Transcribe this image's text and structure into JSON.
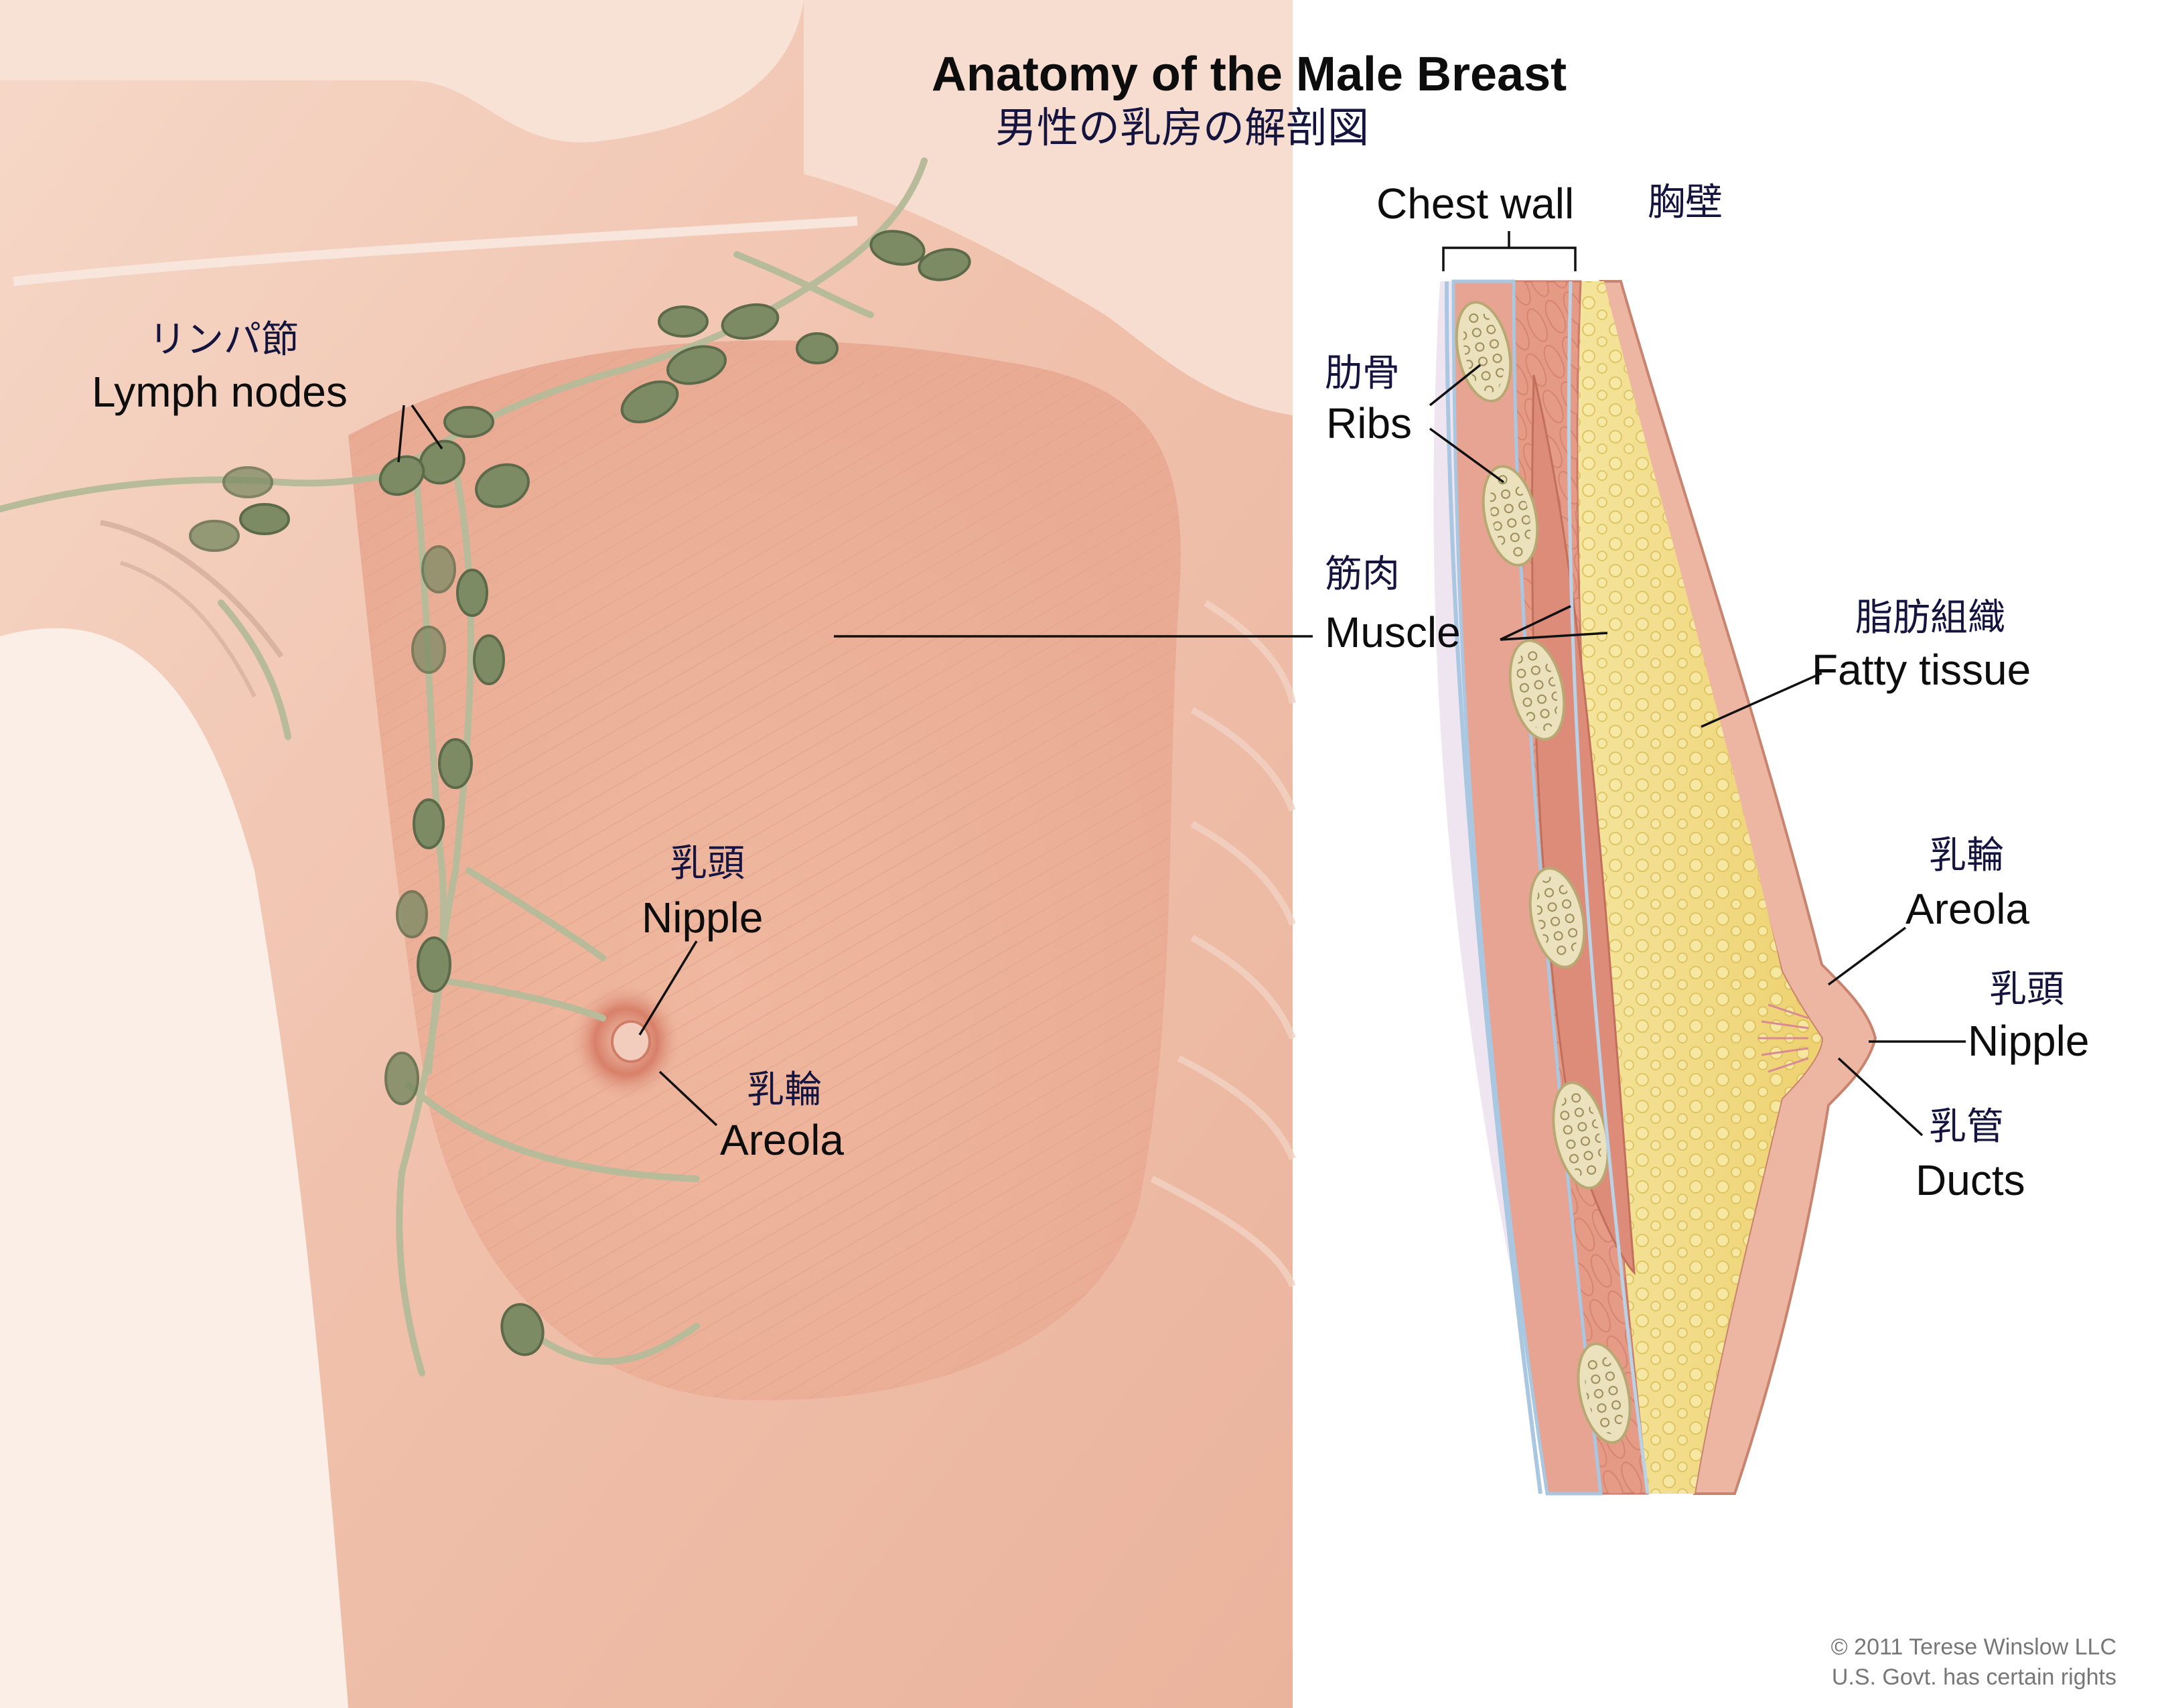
{
  "title": {
    "en": "Anatomy of the Male Breast",
    "jp": "男性の乳房の解剖図"
  },
  "labels": {
    "chest_wall": {
      "en": "Chest wall",
      "jp": "胸壁"
    },
    "lymph_nodes": {
      "en": "Lymph nodes",
      "jp": "リンパ節"
    },
    "ribs": {
      "en": "Ribs",
      "jp": "肋骨"
    },
    "muscle": {
      "en": "Muscle",
      "jp": "筋肉"
    },
    "fatty_tissue": {
      "en": "Fatty tissue",
      "jp": "脂肪組織"
    },
    "nipple_front": {
      "en": "Nipple",
      "jp": "乳頭"
    },
    "areola_front": {
      "en": "Areola",
      "jp": "乳輪"
    },
    "areola_side": {
      "en": "Areola",
      "jp": "乳輪"
    },
    "nipple_side": {
      "en": "Nipple",
      "jp": "乳頭"
    },
    "ducts": {
      "en": "Ducts",
      "jp": "乳管"
    }
  },
  "credit": {
    "line1": "© 2011 Terese Winslow LLC",
    "line2": "U.S. Govt. has certain rights"
  },
  "colors": {
    "skin": "#f2c4ae",
    "muscle": "#e59a86",
    "fat": "#f1dd86",
    "rib": "#e9dfb8",
    "lymph": "#7c8b64",
    "lymph_vessel": "#b7bb9a",
    "leader": "#111111"
  }
}
